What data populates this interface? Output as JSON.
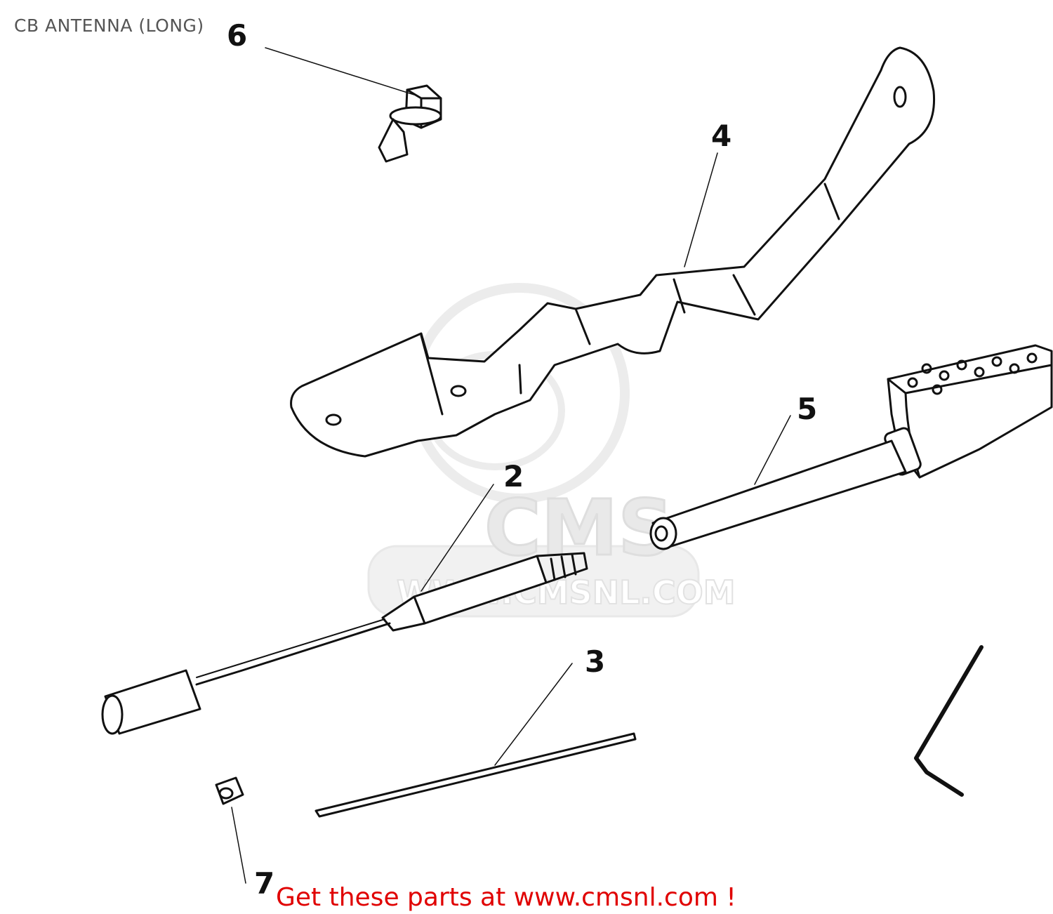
{
  "diagram": {
    "title": "CB ANTENNA (LONG)",
    "callouts": [
      "6",
      "4",
      "5",
      "2",
      "3",
      "7"
    ]
  },
  "watermark": {
    "brand": "CMS",
    "url": "WWW.CMSNL.COM"
  },
  "promo": {
    "text": "Get these parts at www.cmsnl.com !"
  },
  "colors": {
    "line": "#111111",
    "promo": "#e00000",
    "watermark": "#ececec"
  }
}
